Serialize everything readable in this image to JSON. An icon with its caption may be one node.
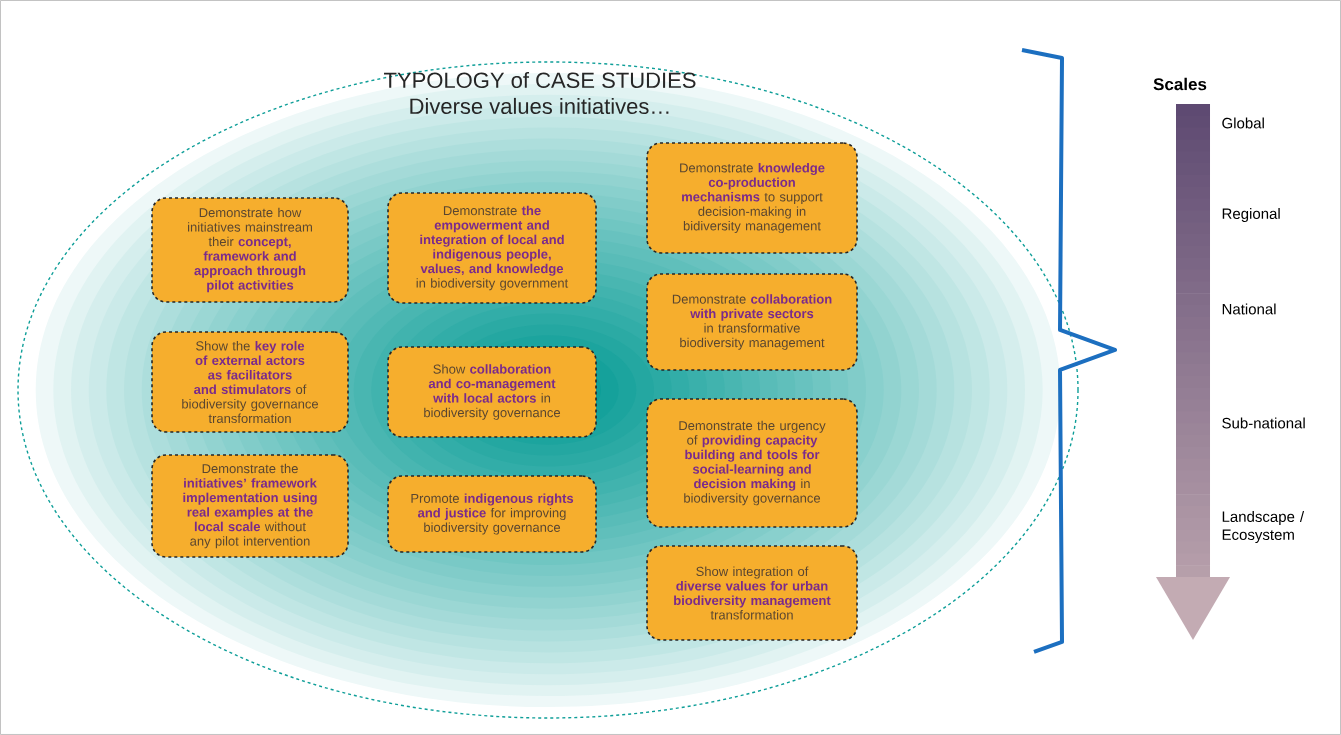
{
  "diagram": {
    "nodes": [
      {
        "text": [
          "TYPOLOGY of CASE STUDIES",
          "Diverse values initiatives…"
        ]
      },
      {
        "text": [
          "Demonstrate how initiatives mainstream their **concept, framework and approach through pilot activities**"
        ],
        "in": 0
      },
      {
        "text": [
          "Show the **key role of external actors as facilitators and stimulators** of biodiversity governance transformation"
        ],
        "in": 0
      },
      {
        "text": [
          "Demonstrate the **initiatives’ framework implementation using real examples at the local scale** without any pilot intervention"
        ],
        "in": 0
      },
      {
        "text": [
          "Demonstrate **the empowerment and integration of local and indigenous people, values, and knowledge** in biodiversity government"
        ],
        "in": 0
      },
      {
        "text": [
          "Show **collaboration and co-management with local actors** in biodiversity governance"
        ],
        "in": 0
      },
      {
        "text": [
          "Promote **indigenous rights and justice** for improving biodiversity governance"
        ],
        "in": 0
      },
      {
        "text": [
          "Demonstrate **knowledge co-production mechanisms** to support decision-making in bidiversity management"
        ],
        "in": 0
      },
      {
        "text": [
          "Demonstrate **collaboration with private sectors** in transformative biodiversity management"
        ],
        "in": 0
      },
      {
        "text": [
          "Demonstrate the urgency of **providing capacity building and tools for social-learning and decision making** in biodiversity governance"
        ],
        "in": 0
      },
      {
        "text": [
          "Show integration of **diverse values for urban biodiversity management** transformation"
        ],
        "in": 0
      }
    ],
    "labels": [
      "Scales",
      "Global",
      "Regional",
      "National",
      "Sub-national",
      "Landscape / Ecosystem"
    ]
  }
}
